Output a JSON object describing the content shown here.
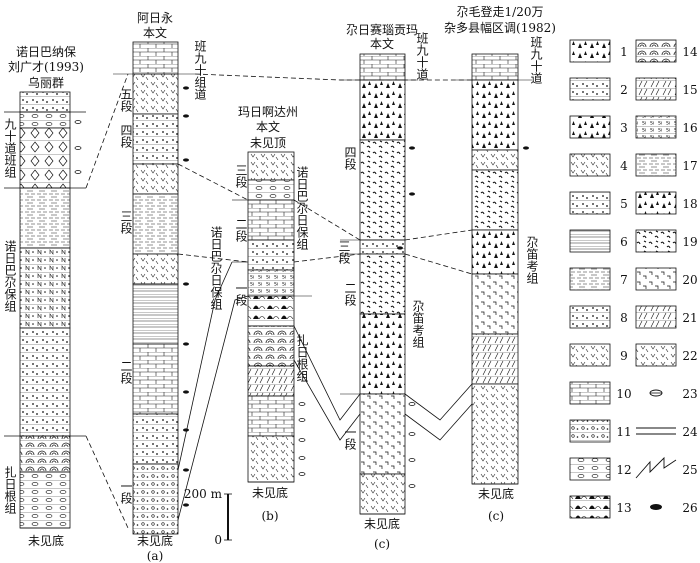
{
  "columns": [
    {
      "id": "a1",
      "title_lines": [
        "诺日巴纳保",
        "刘广才(1993)"
      ],
      "top_label": "乌丽群",
      "bottom_label": "未见底",
      "side_units": [
        {
          "text": "九十道班组"
        },
        {
          "text": "诺日巴尕保组"
        },
        {
          "text": "扎日根组"
        }
      ]
    },
    {
      "id": "a2",
      "title_lines": [
        "阿日永",
        "本文"
      ],
      "bottom_label": "未见底",
      "panel_label": "(a)",
      "top_unit": "班九十组道",
      "sections": [
        {
          "text": "五段"
        },
        {
          "text": "四段"
        },
        {
          "text": "三段"
        },
        {
          "text": "二段"
        },
        {
          "text": "一段"
        }
      ],
      "right_unit": "诺日巴尕日保组"
    },
    {
      "id": "b",
      "title_lines": [
        "玛日啊达州",
        "本文"
      ],
      "top_label": "未见顶",
      "bottom_label": "未见底",
      "panel_label": "(b)",
      "sections": [
        {
          "text": "三段"
        },
        {
          "text": "二段"
        },
        {
          "text": "一段"
        }
      ],
      "right_units": [
        {
          "text": "诺日巴尕日保组"
        },
        {
          "text": "扎日根组"
        }
      ]
    },
    {
      "id": "c1",
      "title_lines": [
        "尕日赛瑙贡玛",
        "本文"
      ],
      "bottom_label": "未见底",
      "panel_label": "(c)",
      "top_unit": "班九十道",
      "sections": [
        {
          "text": "四段"
        },
        {
          "text": "三段"
        },
        {
          "text": "二段"
        },
        {
          "text": "一段"
        }
      ],
      "right_unit": "尕笛考组"
    },
    {
      "id": "c2",
      "title_lines": [
        "尕毛登走1/20万",
        "杂多县幅区调(1982)"
      ],
      "bottom_label": "未见底",
      "panel_label": "(c)",
      "top_unit": "班九十道",
      "right_unit": "尕笛考组"
    }
  ],
  "scale_bar": {
    "top_label": "200 m",
    "bottom_label": "0"
  },
  "legend": {
    "left": [
      "1",
      "2",
      "3",
      "4",
      "5",
      "6",
      "7",
      "8",
      "9",
      "10",
      "11",
      "12",
      "13"
    ],
    "right": [
      "14",
      "15",
      "16",
      "17",
      "18",
      "19",
      "20",
      "21",
      "22",
      "23",
      "24",
      "25",
      "26"
    ]
  }
}
